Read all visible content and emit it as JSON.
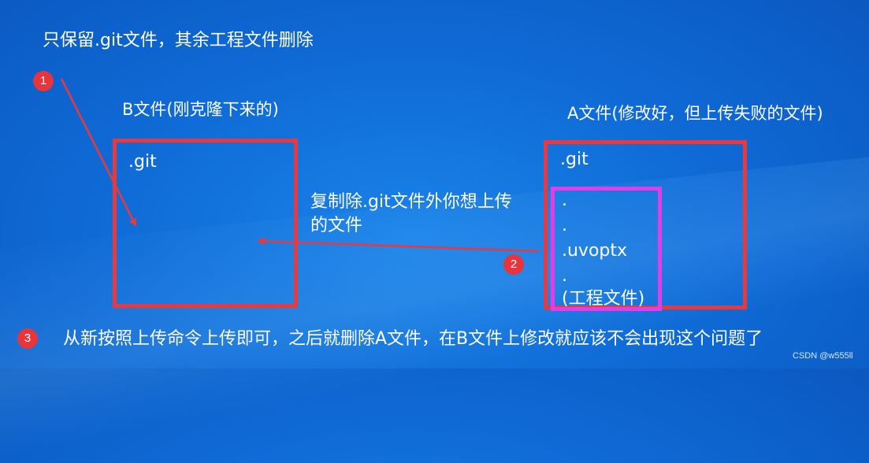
{
  "step1_text": "只保留.git文件，其余工程文件删除",
  "badges": [
    "1",
    "2",
    "3"
  ],
  "folder_b": {
    "title": "B文件(刚克隆下来的)",
    "items": [
      ".git"
    ]
  },
  "folder_a": {
    "title": "A文件(修改好，但上传失败的文件)",
    "git": ".git",
    "selected_items": [
      ".",
      ".",
      ".uvoptx",
      ".",
      "(工程文件)"
    ]
  },
  "copy_text": {
    "line1": "复制除.git文件外你想上传",
    "line2": "的文件"
  },
  "step3_text": "从新按照上传命令上传即可，之后就删除A文件，在B文件上修改就应该不会出现这个问题了",
  "watermark": "CSDN @w555ll",
  "colors": {
    "background": "#0f6ad6",
    "box_red": "#e8393f",
    "box_magenta": "#e23de6",
    "badge": "#e8353b",
    "text": "#ffffff"
  }
}
